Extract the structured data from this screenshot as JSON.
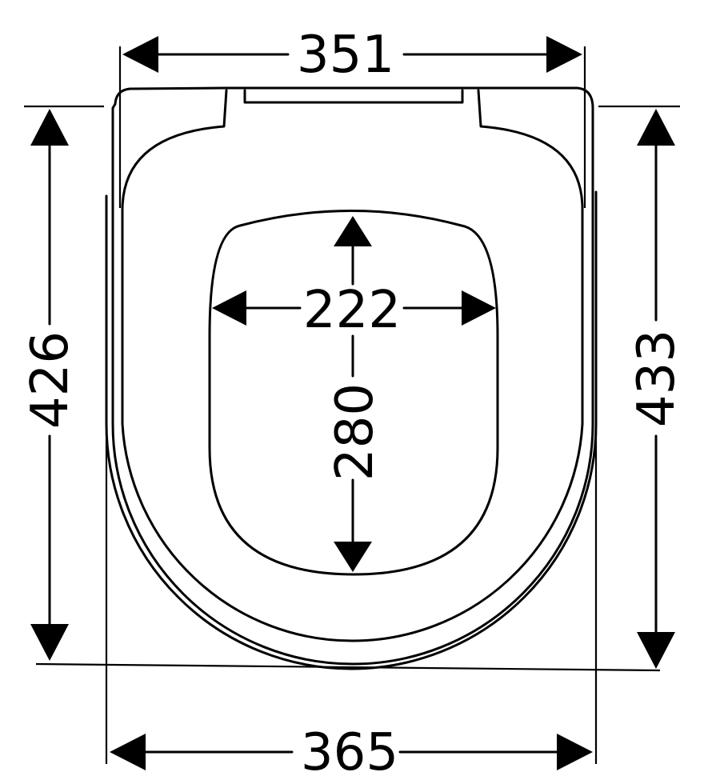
{
  "dimensions": {
    "top_width": "351",
    "bottom_width": "365",
    "left_height": "426",
    "right_height": "433",
    "opening_width": "222",
    "opening_height": "280"
  }
}
